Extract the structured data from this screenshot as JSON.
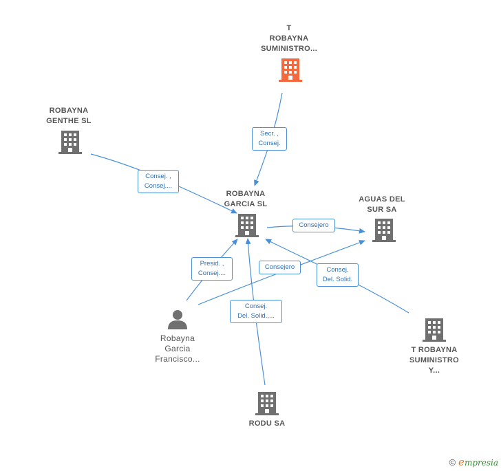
{
  "nodes": {
    "t_robayna_top": {
      "label": [
        "T",
        "ROBAYNA",
        "SUMINISTRO..."
      ],
      "color": "#f26a3d"
    },
    "robayna_genthe": {
      "label": [
        "ROBAYNA",
        "GENTHE SL"
      ],
      "color": "#707070"
    },
    "robayna_garcia": {
      "label": [
        "ROBAYNA",
        "GARCIA SL"
      ],
      "color": "#707070"
    },
    "aguas_del_sur": {
      "label": [
        "AGUAS DEL",
        "SUR SA"
      ],
      "color": "#707070"
    },
    "robayna_francisco": {
      "label": [
        "Robayna",
        "Garcia",
        "Francisco..."
      ],
      "color": "#707070"
    },
    "t_robayna_bottom": {
      "label": [
        "T ROBAYNA",
        "SUMINISTRO",
        "Y..."
      ],
      "color": "#707070"
    },
    "rodu": {
      "label": [
        "RODU SA"
      ],
      "color": "#707070"
    }
  },
  "edges": {
    "secr": [
      "Secr. ,",
      "Consej."
    ],
    "genthe": [
      "Consej. ,",
      "Consej...."
    ],
    "consejero_top": [
      "Consejero"
    ],
    "presid": [
      "Presid. ,",
      "Consej...."
    ],
    "consejero_mid": [
      "Consejero"
    ],
    "del_solid_right": [
      "Consej.",
      "Del. Solid."
    ],
    "del_solid_bottom": [
      "Consej.",
      "Del. Solid.,..."
    ]
  },
  "colors": {
    "edge": "#4a90d9",
    "building": "#707070",
    "highlight": "#f26a3d"
  },
  "footer": {
    "copyright": "©",
    "brand_e": "e",
    "brand_rest": "mpresia"
  }
}
